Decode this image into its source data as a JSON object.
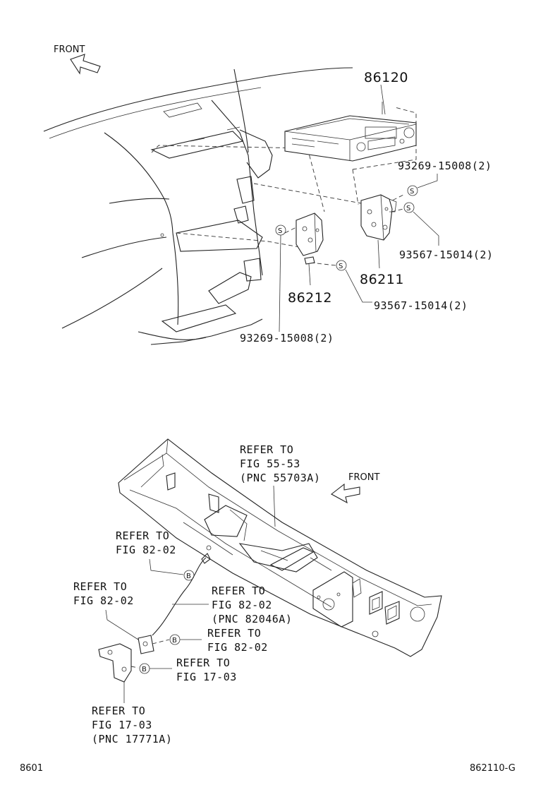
{
  "top": {
    "front_label": "FRONT",
    "part_radio": "86120",
    "part_bracket_right": "86211",
    "part_bracket_left": "86212",
    "screw_a_right": "93269-15008(2)",
    "screw_b_right": "93567-15014(2)",
    "screw_b_left": "93567-15014(2)",
    "screw_a_left": "93269-15008(2)",
    "screw_symbol": "S"
  },
  "bottom": {
    "front_label": "FRONT",
    "ref_panel": [
      "REFER TO",
      "FIG 55-53",
      "(PNC 55703A)"
    ],
    "ref_upper": [
      "REFER TO",
      "FIG 82-02"
    ],
    "ref_clip": [
      "REFER TO",
      "FIG 82-02"
    ],
    "ref_wire": [
      "REFER TO",
      "FIG 82-02",
      "(PNC 82046A)"
    ],
    "ref_bolt_upper": [
      "REFER TO",
      "FIG 82-02"
    ],
    "ref_bolt_lower": [
      "REFER TO",
      "FIG 17-03"
    ],
    "ref_bracket": [
      "REFER TO",
      "FIG 17-03",
      "(PNC 17771A)"
    ],
    "bolt_symbol": "B"
  },
  "footer": {
    "left_code": "8601",
    "right_code": "862110-G"
  }
}
